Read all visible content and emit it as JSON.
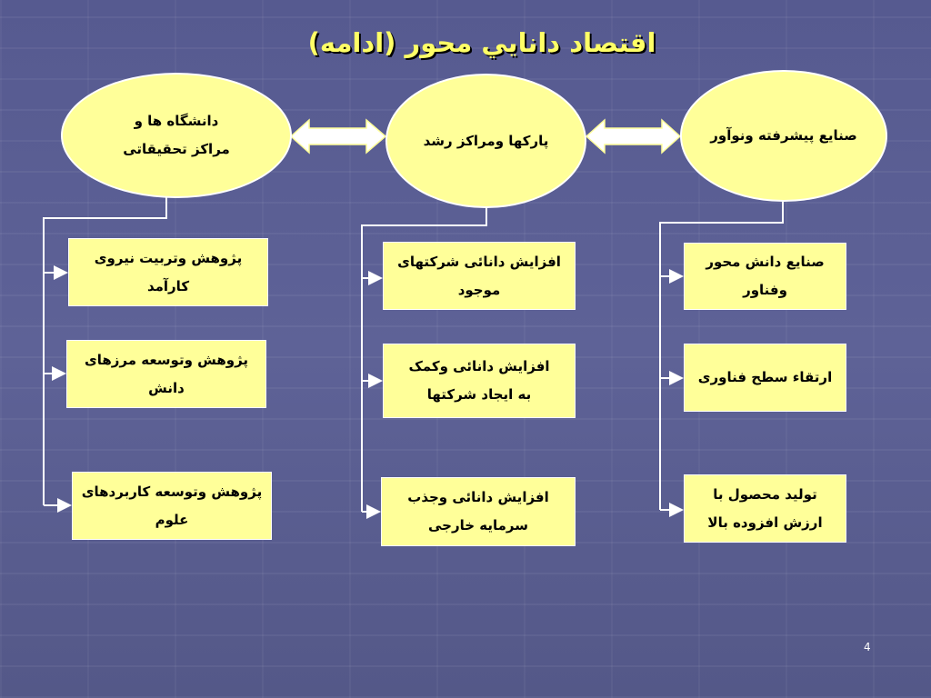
{
  "title": "اقتصاد دانايي محور (ادامه)",
  "nodes": {
    "left": "دانشگاه ها و\nمراکز تحقیقاتی",
    "center": "پارکها ومراکز رشد",
    "right": "صنایع پیشرفته ونوآور"
  },
  "left_items": [
    "پژوهش وتربیت نیروی\nکارآمد",
    "پژوهش وتوسعه مرزهای\nدانش",
    "پژوهش وتوسعه کاربردهای\nعلوم"
  ],
  "center_items": [
    "افزایش دانائی شرکتهای\nموجود",
    "افزایش دانائی وکمک\nبه ایجاد شرکتها",
    "افزایش دانائی وجذب\nسرمایه خارجی"
  ],
  "right_items": [
    "صنایع دانش محور\nوفناور",
    "ارتقاء سطح فناوری",
    "تولید محصول با\nارزش افزوده بالا"
  ],
  "page_number": "4",
  "colors": {
    "title": "#ffff66",
    "node_fill": "#ffff99",
    "background": "#5a5e93",
    "connector": "#ffffff"
  }
}
